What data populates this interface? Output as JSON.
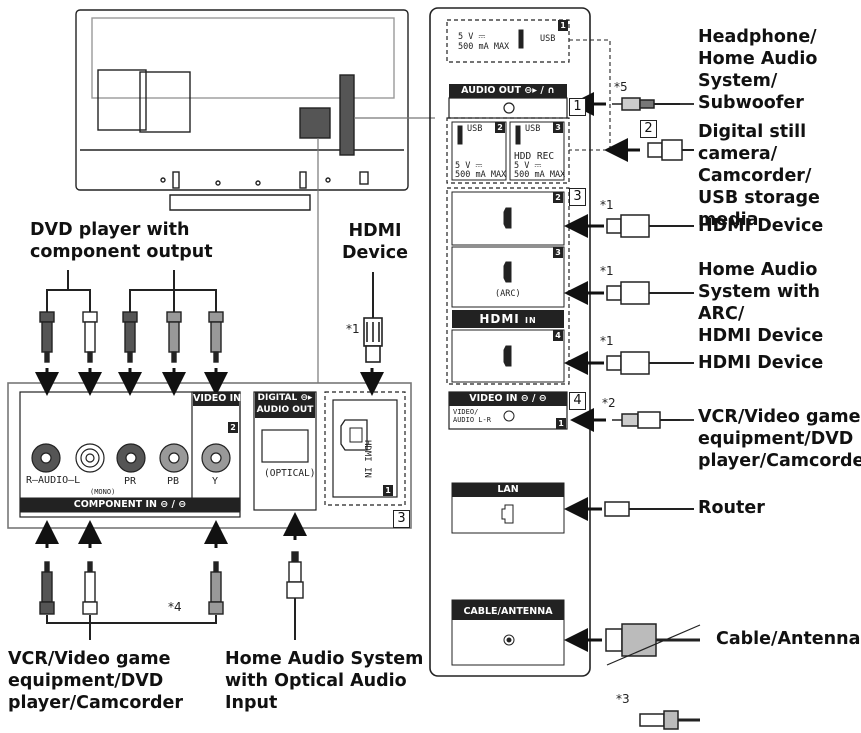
{
  "labels": {
    "dvd_player": "DVD player with\ncomponent output",
    "hdmi_device_top": "HDMI\nDevice",
    "vcr_bottom_left": "VCR/Video game\nequipment/DVD\nplayer/Camcorder",
    "home_audio_optical": "Home Audio System\nwith Optical Audio\nInput",
    "headphone": "Headphone/\nHome Audio\nSystem/\nSubwoofer",
    "digital_camera": "Digital still\ncamera/\nCamcorder/\nUSB storage\nmedia",
    "hdmi_device_1": "HDMI Device",
    "home_audio_arc": "Home Audio\nSystem with ARC/\nHDMI Device",
    "hdmi_device_2": "HDMI Device",
    "vcr_right": "VCR/Video game\nequipment/DVD\nplayer/Camcorder",
    "router": "Router",
    "cable_antenna": "Cable/Antenna"
  },
  "footnotes": {
    "n1a": "*1",
    "n1b": "*1",
    "n1c": "*1",
    "n1d": "*1",
    "n2": "*2",
    "n3": "*3",
    "n4": "*4",
    "n5": "*5"
  },
  "numbers": {
    "one": "1",
    "two": "2",
    "three": "3",
    "four": "4"
  },
  "ports": {
    "usb1_power": "5 V ⎓\n500 mA MAX",
    "usb_label": "USB",
    "audio_out": "AUDIO OUT ⊖▸ / ∩",
    "usb2_power": "5 V ⎓\n500 mA MAX",
    "usb3_label": "USB",
    "hdd_rec": "HDD REC",
    "usb3_power": "5 V ⎓\n500 mA MAX",
    "arc": "(ARC)",
    "hdmi_logo": "HDMI",
    "hdmi_in": "IN",
    "video_in_bar": "VIDEO IN ⊖ / ⊖",
    "video_audio": "VIDEO/\nAUDIO L-R",
    "lan": "LAN",
    "cable_antenna_port": "CABLE/ANTENNA",
    "video_in_left": "VIDEO IN",
    "digital_audio_out": "DIGITAL ⊖▸\nAUDIO OUT",
    "optical": "(OPTICAL)",
    "component_in": "COMPONENT IN  ⊖ / ⊖",
    "audio_r_l": "R—AUDIO—L",
    "mono": "(MONO)",
    "pr": "PR",
    "pb": "PB",
    "y": "Y",
    "hdmi_in_vertical": "HDMI IN"
  },
  "badges": {
    "b1": "1",
    "b2": "2",
    "b3": "3",
    "b4": "4",
    "b5": "2",
    "b6": "3",
    "b7": "4",
    "b8": "1",
    "b9": "2",
    "b10": "1"
  }
}
